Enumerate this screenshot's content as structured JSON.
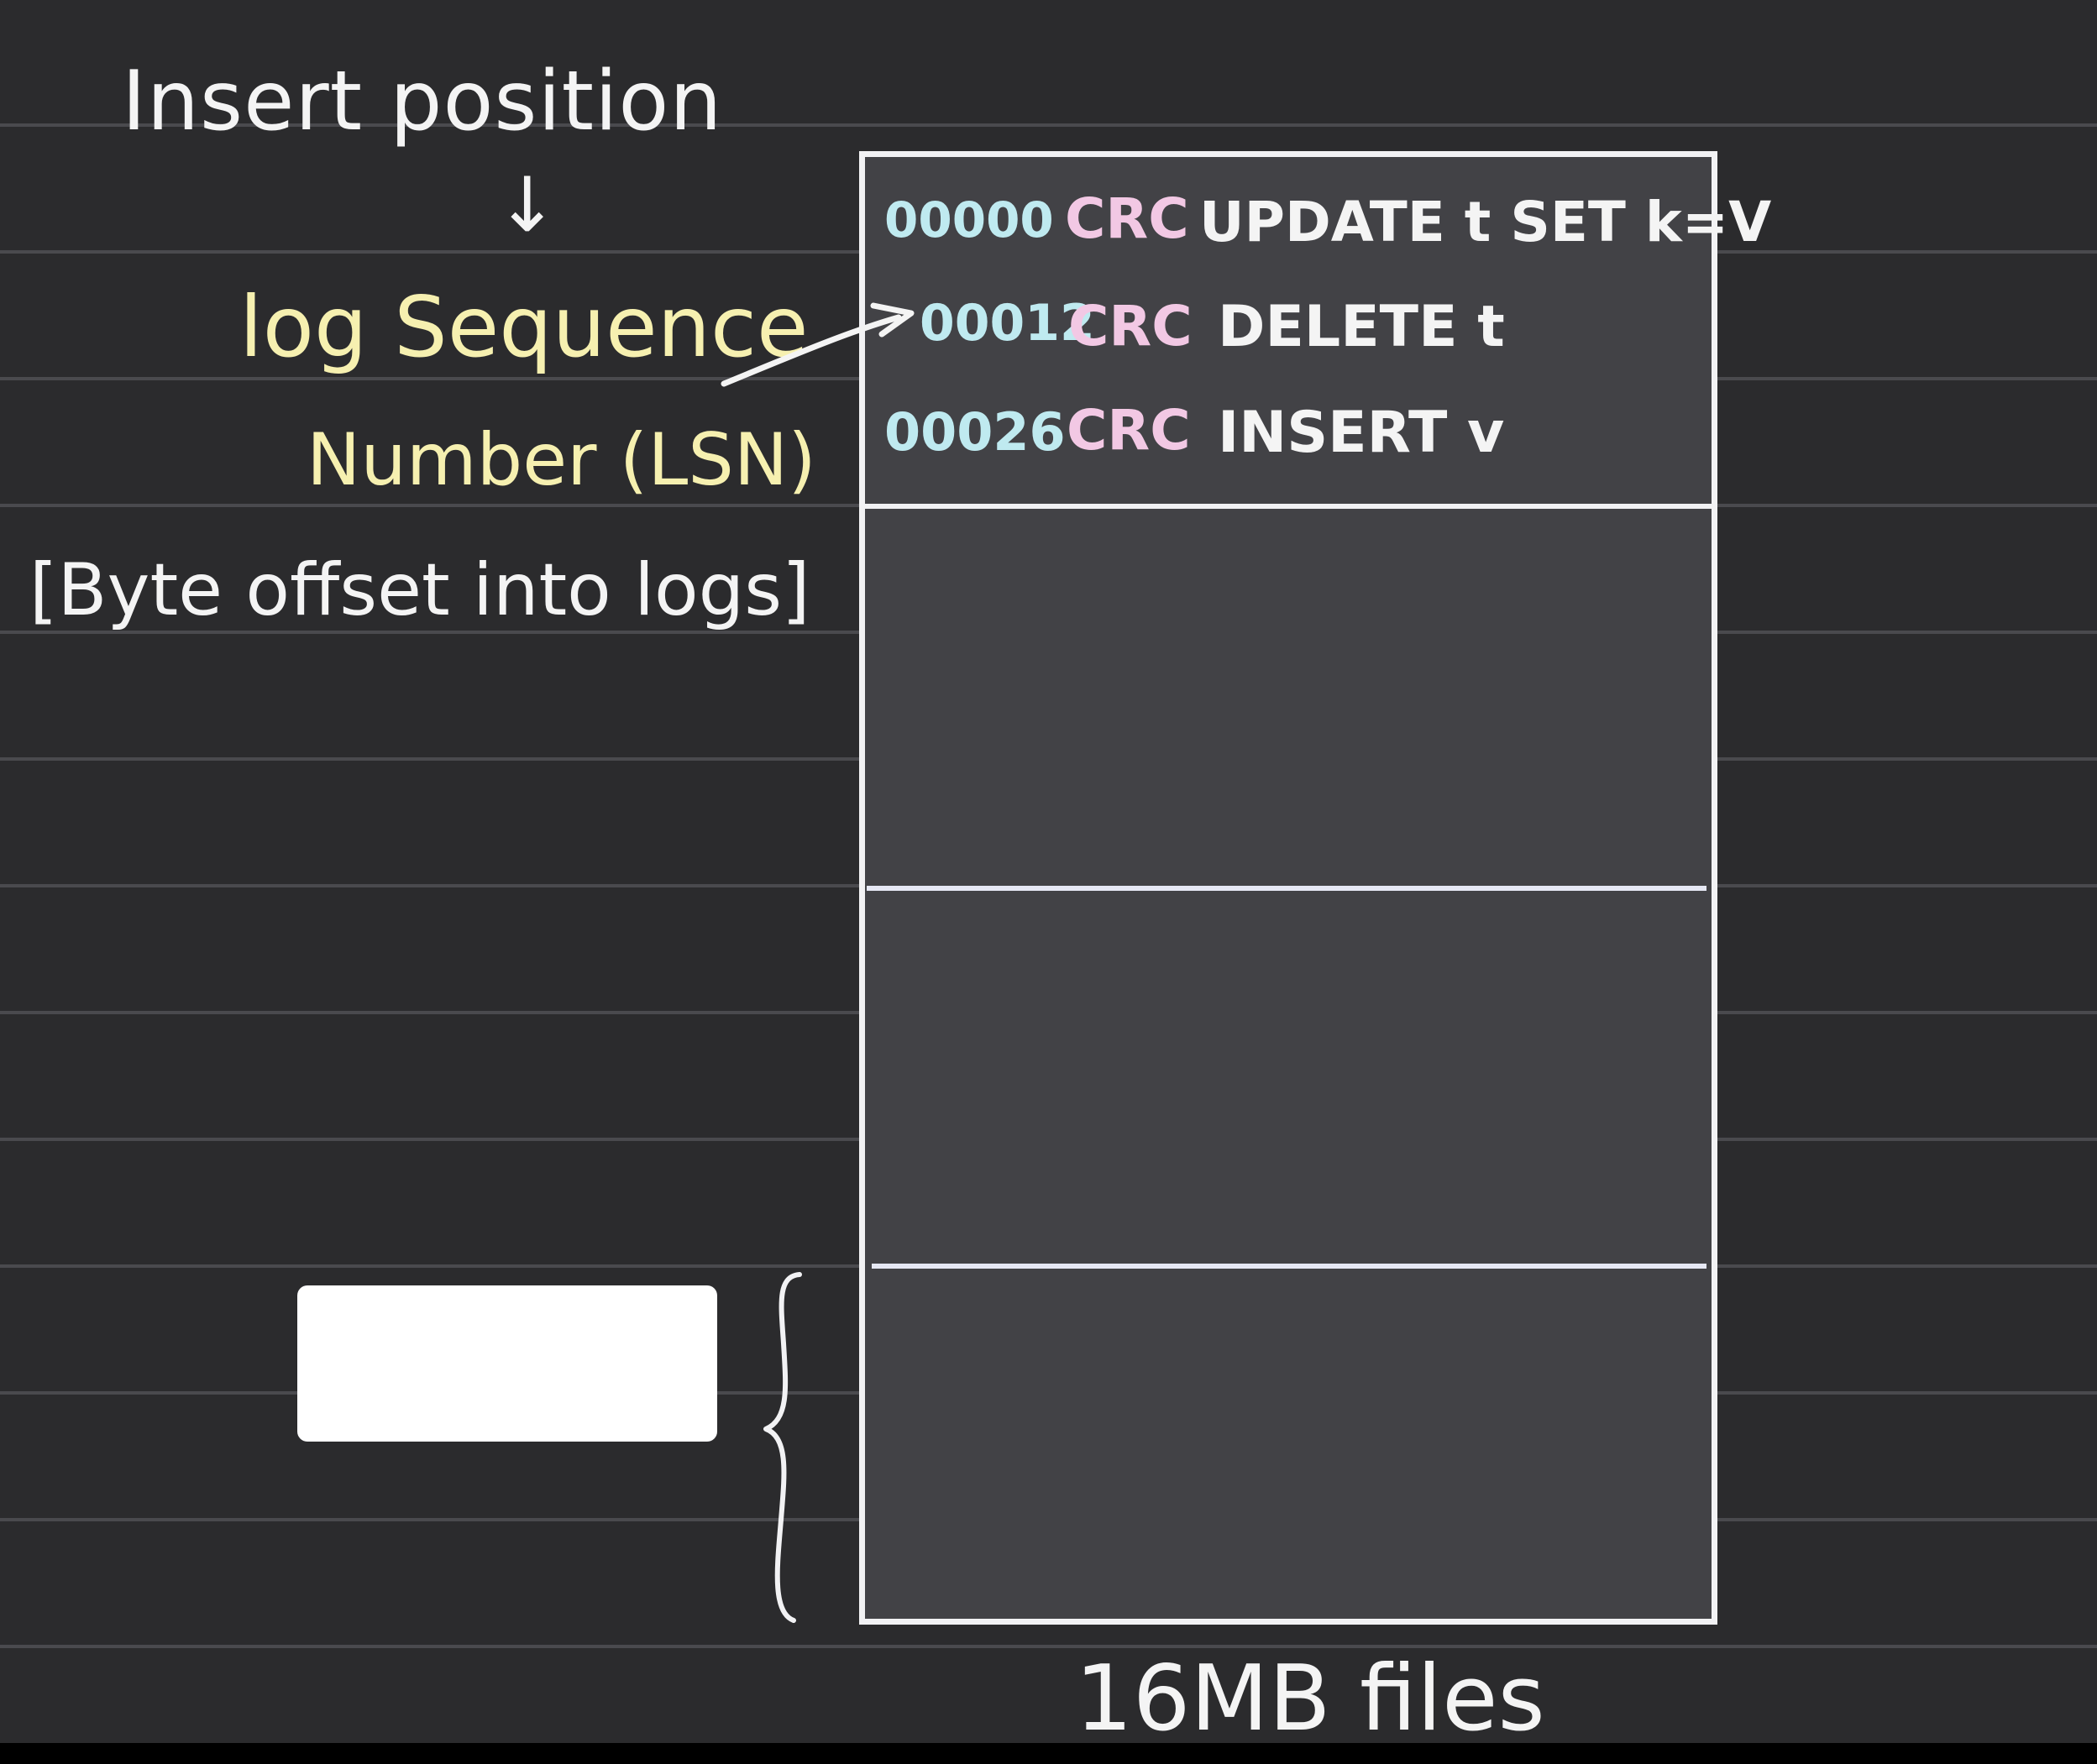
{
  "annotations": {
    "insert_position": "Insert position",
    "down_arrow": "↓",
    "lsn_line1": "log Sequence",
    "lsn_line2": "Number (LSN)",
    "lsn_line3": "[Byte offset into logs]"
  },
  "log_entries": [
    {
      "lsn": "00000",
      "crc": "CRC",
      "operation": "UPDATE t SET k=V"
    },
    {
      "lsn": "00012",
      "crc": "CRC",
      "operation": "DELETE t"
    },
    {
      "lsn": "00026",
      "crc": "CRC",
      "operation": "INSERT v"
    }
  ],
  "footer": {
    "label": "16MB files"
  },
  "colors": {
    "background": "#2b2b2d",
    "ruled_line": "#4a4a4e",
    "lsn_text": "#bfeaf0",
    "crc_text": "#f2c8e4",
    "operation_text": "#f4f4f4",
    "annotation_yellow": "#f6f0b0",
    "stroke": "#f2f2f4"
  }
}
